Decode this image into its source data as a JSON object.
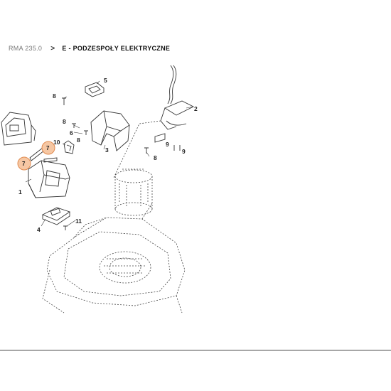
{
  "breadcrumb": {
    "model": "RMA 235.0",
    "separator": ">",
    "section": "E - PODZESPOŁY ELEKTRYCZNE"
  },
  "diagram": {
    "callouts": [
      {
        "id": "c1",
        "label": "1"
      },
      {
        "id": "c2",
        "label": "2"
      },
      {
        "id": "c3",
        "label": "3"
      },
      {
        "id": "c4",
        "label": "4"
      },
      {
        "id": "c5",
        "label": "5"
      },
      {
        "id": "c6",
        "label": "6"
      },
      {
        "id": "c7a",
        "label": "7"
      },
      {
        "id": "c7b",
        "label": "7"
      },
      {
        "id": "c8a",
        "label": "8"
      },
      {
        "id": "c8b",
        "label": "8"
      },
      {
        "id": "c8c",
        "label": "8"
      },
      {
        "id": "c8d",
        "label": "8"
      },
      {
        "id": "c9a",
        "label": "9"
      },
      {
        "id": "c9b",
        "label": "9"
      },
      {
        "id": "c10",
        "label": "10"
      },
      {
        "id": "c11",
        "label": "11"
      }
    ],
    "highlight_color": "#f6c7a3"
  }
}
